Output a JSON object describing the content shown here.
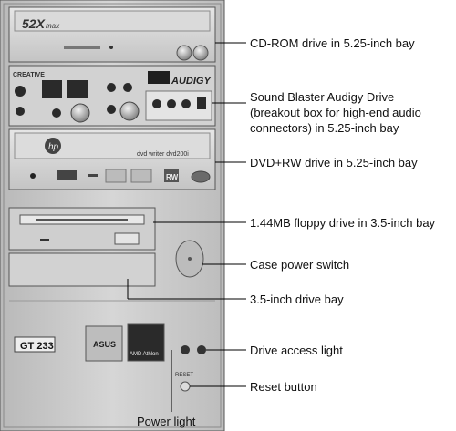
{
  "front_panel": {
    "cdrom_badge": "52X",
    "cdrom_badge_suffix": "max",
    "audigy_maker": "CREATIVE",
    "audigy_brand": "AUDIGY",
    "dvd_maker_logo": "hp",
    "dvd_model": "dvd writer dvd200i",
    "dvd_rw_badge": "RW",
    "model_plate": "GT 233",
    "asus_sticker": "ASUS",
    "amd_sticker": "AMD Athlon",
    "reset_caption": "RESET"
  },
  "callouts": [
    {
      "id": "cdrom",
      "lines": [
        "CD-ROM drive in 5.25-inch bay"
      ]
    },
    {
      "id": "audigy",
      "lines": [
        "Sound Blaster Audigy Drive",
        "(breakout box for high-end audio",
        "connectors) in 5.25-inch bay"
      ]
    },
    {
      "id": "dvd",
      "lines": [
        "DVD+RW drive in 5.25-inch bay"
      ]
    },
    {
      "id": "floppy",
      "lines": [
        "1.44MB floppy drive in 3.5-inch bay"
      ]
    },
    {
      "id": "power-switch",
      "lines": [
        "Case power switch"
      ]
    },
    {
      "id": "drive-bay",
      "lines": [
        "3.5-inch drive bay"
      ]
    },
    {
      "id": "access-light",
      "lines": [
        "Drive access light"
      ]
    },
    {
      "id": "reset",
      "lines": [
        "Reset button"
      ]
    },
    {
      "id": "power-light",
      "lines": [
        "Power light"
      ]
    }
  ],
  "colors": {
    "case": "#cfcfcf",
    "case_dark": "#9a9a9a",
    "bay": "#d8d8d8",
    "dark": "#2a2a2a",
    "leader": "#000000",
    "text": "#111111"
  }
}
